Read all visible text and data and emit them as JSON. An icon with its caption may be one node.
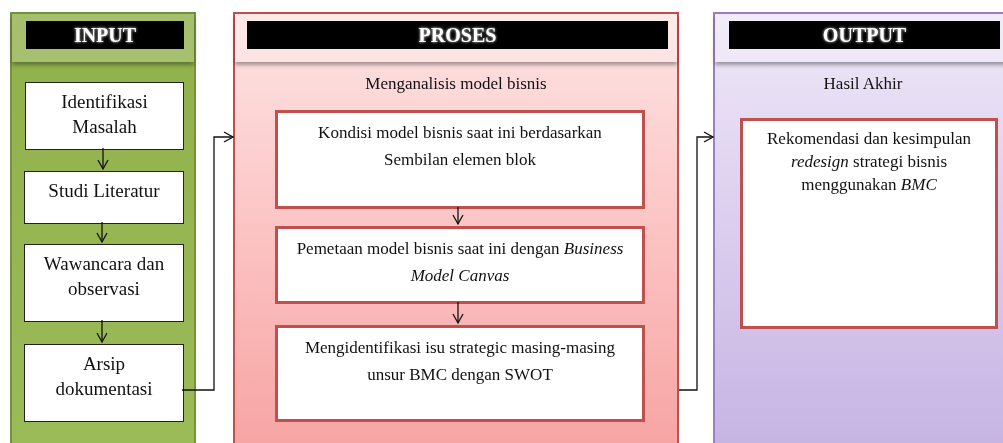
{
  "diagram": {
    "nodes": [
      {
        "text": [
          "INPUT"
        ]
      },
      {
        "text": [
          "Identifikasi Masalah"
        ],
        "in": 0
      },
      {
        "text": [
          "Studi Literatur"
        ],
        "in": 0
      },
      {
        "text": [
          "Wawancara dan observasi"
        ],
        "in": 0
      },
      {
        "text": [
          "Arsip dokumentasi"
        ],
        "in": 0
      },
      {
        "text": [
          "PROSES",
          "Menganalisis model bisnis"
        ]
      },
      {
        "text": [
          "Kondisi model bisnis saat ini berdasarkan Sembilan elemen blok"
        ],
        "in": 5
      },
      {
        "text": [
          "Pemetaan model bisnis saat ini dengan *Business Model Canvas*"
        ],
        "in": 5
      },
      {
        "text": [
          "Mengidentifikasi isu strategic masing-masing unsur BMC dengan SWOT"
        ],
        "in": 5
      },
      {
        "text": [
          "OUTPUT",
          "Hasil Akhir"
        ]
      },
      {
        "text": [
          "Rekomendasi dan kesimpulan *redesign* strategi bisnis menggunakan *BMC*"
        ],
        "in": 9
      }
    ],
    "edges": [
      {
        "from": 1,
        "to": 2,
        "arrow": "to"
      },
      {
        "from": 2,
        "to": 3,
        "arrow": "to"
      },
      {
        "from": 3,
        "to": 4,
        "arrow": "to"
      },
      {
        "from": 4,
        "to": 5,
        "arrow": "to"
      },
      {
        "from": 6,
        "to": 7,
        "arrow": "to"
      },
      {
        "from": 7,
        "to": 8,
        "arrow": "to"
      },
      {
        "from": 5,
        "to": 9,
        "arrow": "to"
      }
    ]
  }
}
